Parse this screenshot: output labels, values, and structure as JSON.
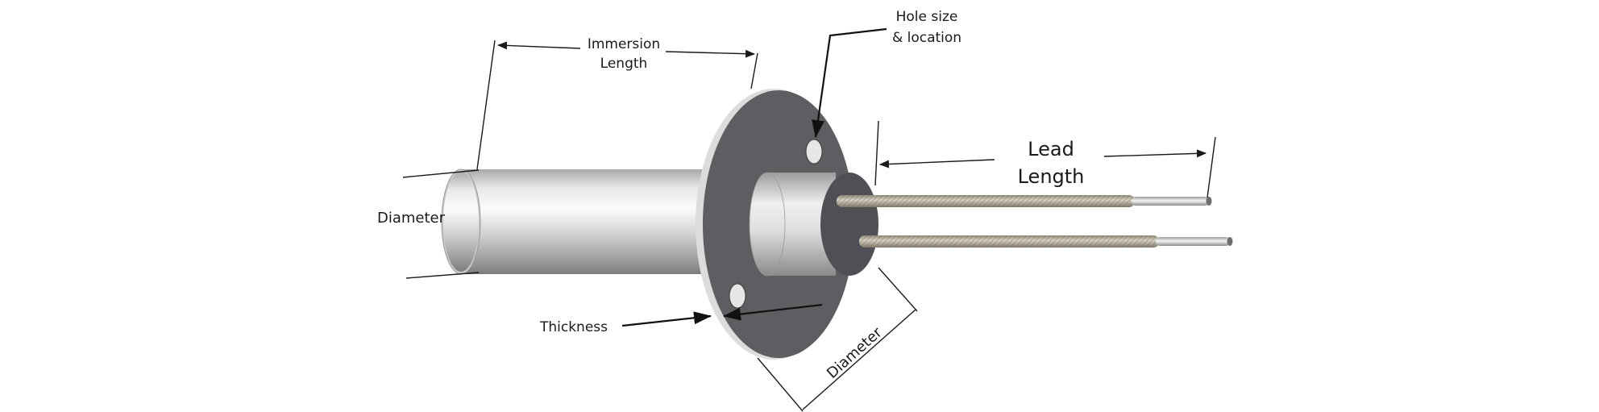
{
  "labels": {
    "immersion_line1": "Immersion",
    "immersion_line2": "Length",
    "hole_line1": "Hole size",
    "hole_line2": "& location",
    "lead_line1": "Lead",
    "lead_line2": "Length",
    "diameter_left": "Diameter",
    "thickness": "Thickness",
    "diameter_flange": "Diameter"
  },
  "colors": {
    "flange": "#5d5d62",
    "steel_light": "#f4f4f4",
    "steel_dark": "#8d8d8d",
    "braid": "#b9b2a2",
    "wire_tip": "#d7d7d7",
    "line": "#1a1a1a"
  }
}
